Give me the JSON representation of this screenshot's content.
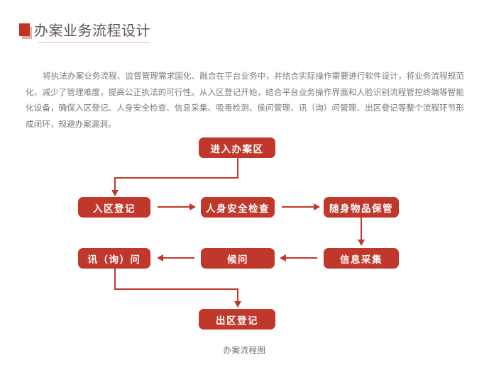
{
  "header": {
    "title": "办案业务流程设计",
    "marker_color": "#bf3322",
    "marker_shadow_color": "#e3b0a6",
    "underline_color": "#efb4ac",
    "title_color": "#595959"
  },
  "intro": {
    "paragraph": "将执法办案业务流程、监督管理需求固化、融合在平台业务中，并结合实际操作需要进行软件设计，将业务流程规范化，减少了管理难度，提高公正执法的可行性。从入区登记开始，结合平台业务操作界面和人脸识别流程管控终端等智能化设备，确保入区登记、人身安全检查、信息采集、吸毒检测、侯问管理、讯（询）问管理、出区登记等整个流程环节形成闭环，规避办案漏洞。",
    "text_color": "#7a7a7a"
  },
  "flowchart": {
    "node_fill": "#c0372b",
    "node_text_color": "#ffffff",
    "connector_color": "#c0372b",
    "nodes": [
      {
        "id": "enter",
        "label": "进入办案区"
      },
      {
        "id": "reg",
        "label": "入区登记"
      },
      {
        "id": "safety",
        "label": "人身安全检查"
      },
      {
        "id": "belong",
        "label": "随身物品保管"
      },
      {
        "id": "inquiry",
        "label": "讯（询）问"
      },
      {
        "id": "wait",
        "label": "候问"
      },
      {
        "id": "collect",
        "label": "信息采集"
      },
      {
        "id": "exit",
        "label": "出区登记"
      }
    ],
    "caption": "办案流程图"
  }
}
